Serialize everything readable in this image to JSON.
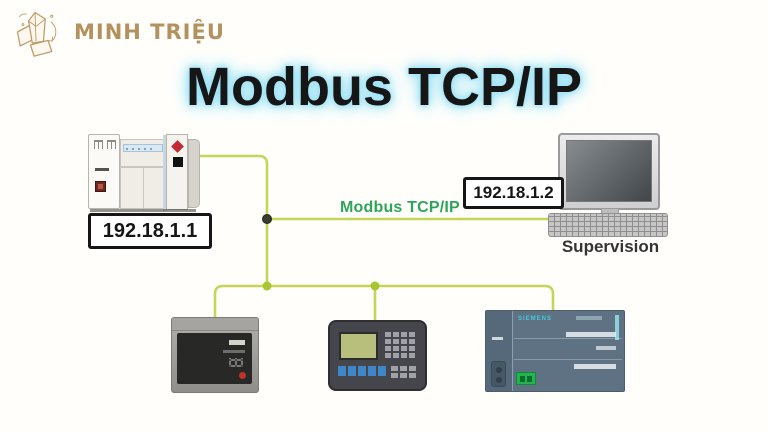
{
  "brand": {
    "name": "MINH TRIỆU",
    "logo_icon": "crystal-icon"
  },
  "title": {
    "text": "Modbus TCP/IP"
  },
  "network": {
    "bus_label": "Modbus TCP/IP"
  },
  "nodes": {
    "plc": {
      "ip": "192.18.1.1"
    },
    "supervision_pc": {
      "ip": "192.18.1.2",
      "caption": "Supervision"
    },
    "siemens_plc": {
      "brand": "SIEMENS"
    }
  },
  "colors": {
    "line_color": "#c6d558",
    "junction_green": "#a6c72f",
    "junction_dark": "#3a3c2e",
    "bus_label_color": "#2fa55a",
    "title_glow": "#8edef4",
    "brand_gold": "#b3925f"
  }
}
